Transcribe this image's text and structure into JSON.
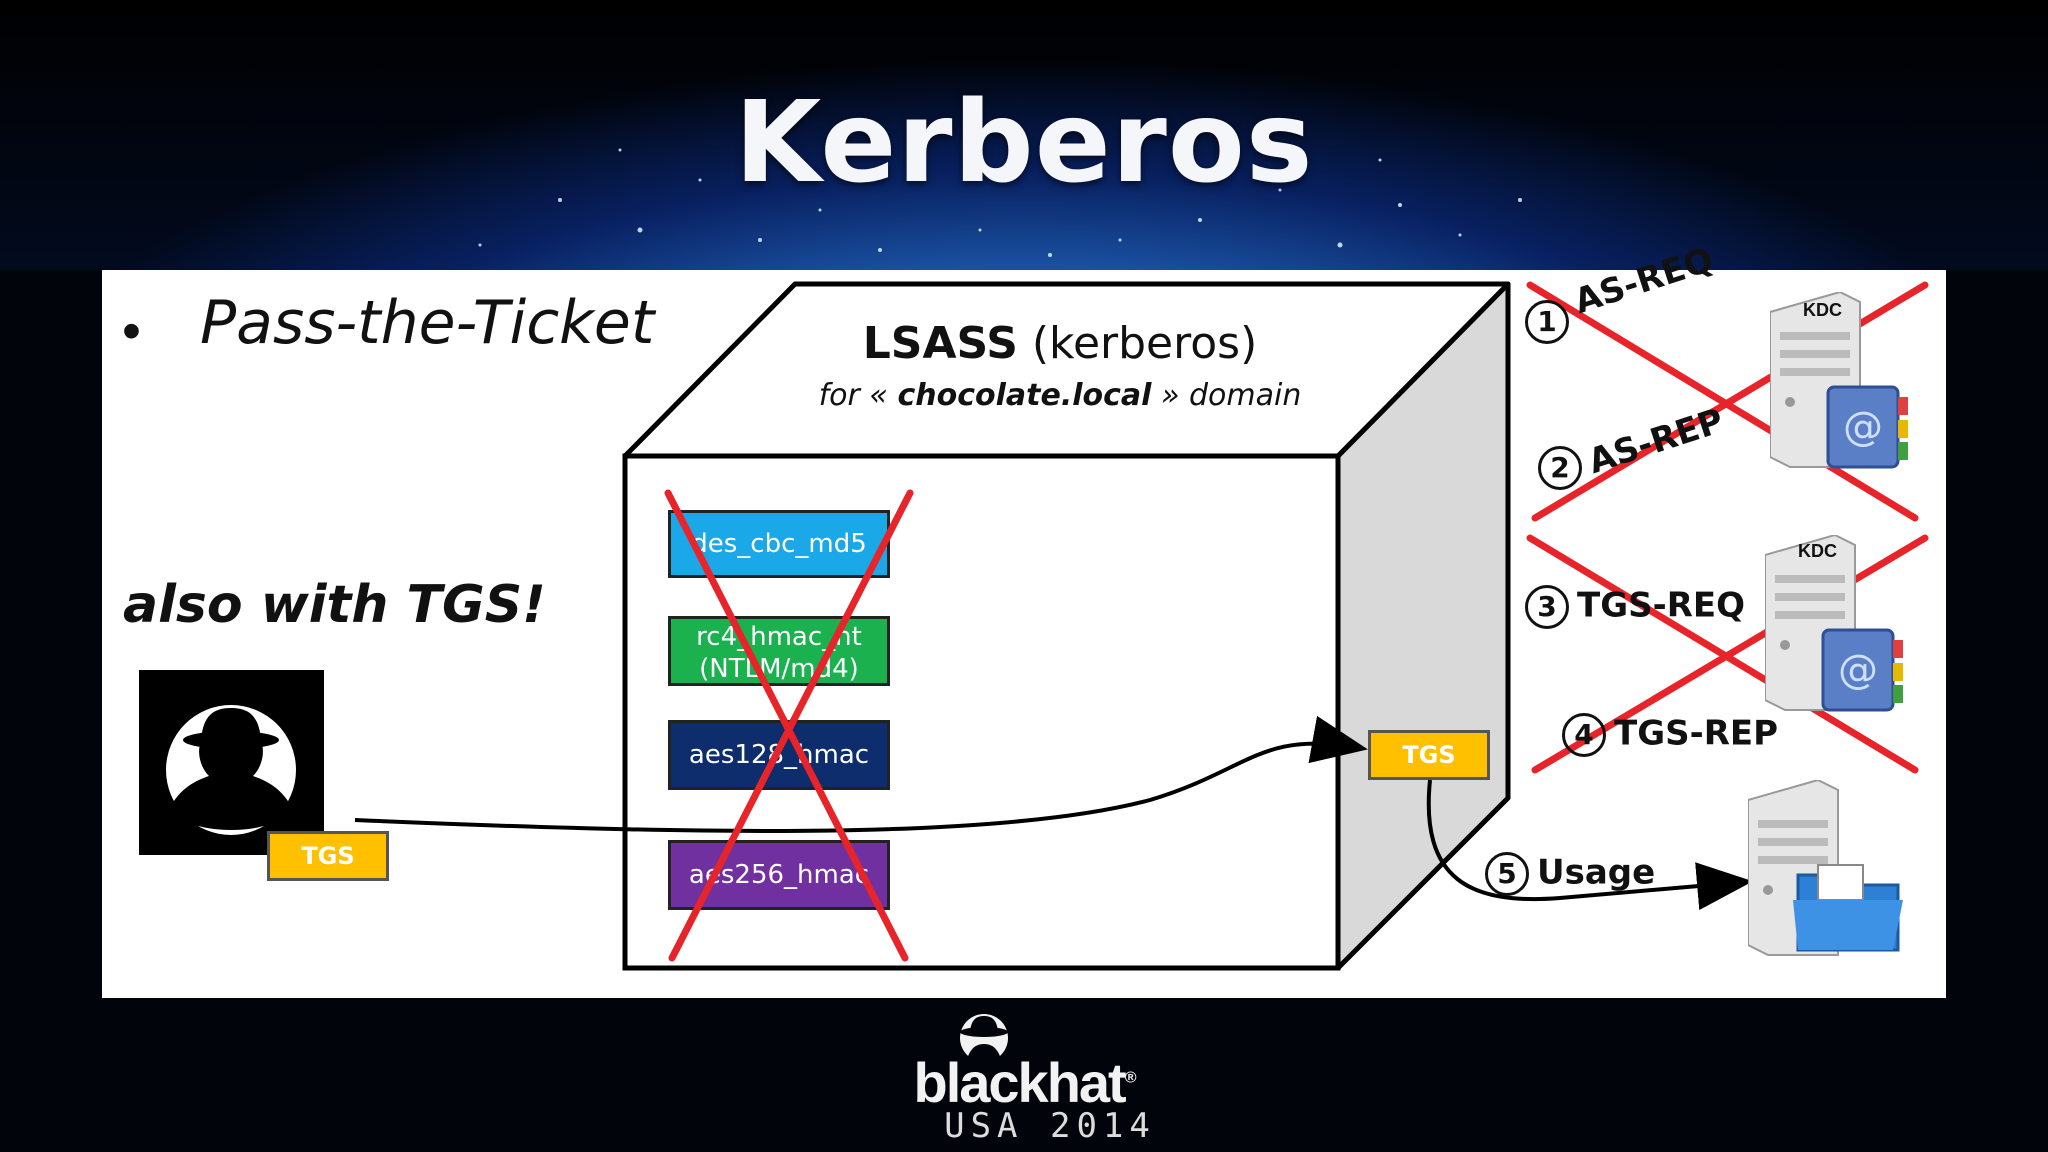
{
  "slide": {
    "title": "Kerberos",
    "bullet": "Pass-the-Ticket",
    "bullet_marker": "•",
    "also": "also with TGS!"
  },
  "lsass": {
    "title_bold": "LSASS",
    "title_rest": " (kerberos)",
    "sub_prefix": "for « ",
    "sub_domain": "chocolate.local",
    "sub_suffix": " » domain"
  },
  "keys": [
    {
      "label": "des_cbc_md5",
      "color": "#1ba8e8"
    },
    {
      "label": "rc4_hmac_nt (NTLM/md4)",
      "line1": "rc4_hmac_nt",
      "line2": "(NTLM/md4)",
      "color": "#1bb14f"
    },
    {
      "label": "aes128_hmac",
      "color": "#0d2d6c"
    },
    {
      "label": "aes256_hmac",
      "color": "#7030a0"
    }
  ],
  "tickets": {
    "attacker_ticket": "TGS",
    "lsass_ticket": "TGS"
  },
  "steps": [
    {
      "num": "1",
      "label": "AS-REQ"
    },
    {
      "num": "2",
      "label": "AS-REP"
    },
    {
      "num": "3",
      "label": "TGS-REQ"
    },
    {
      "num": "4",
      "label": "TGS-REP"
    },
    {
      "num": "5",
      "label": "Usage"
    }
  ],
  "servers": {
    "kdc1": "KDC",
    "kdc2": "KDC"
  },
  "logo": {
    "word": "blackhat",
    "registered": "®",
    "sub": "USA 2014"
  },
  "colors": {
    "ticket": "#ffc000",
    "cross": "#e8242b"
  }
}
